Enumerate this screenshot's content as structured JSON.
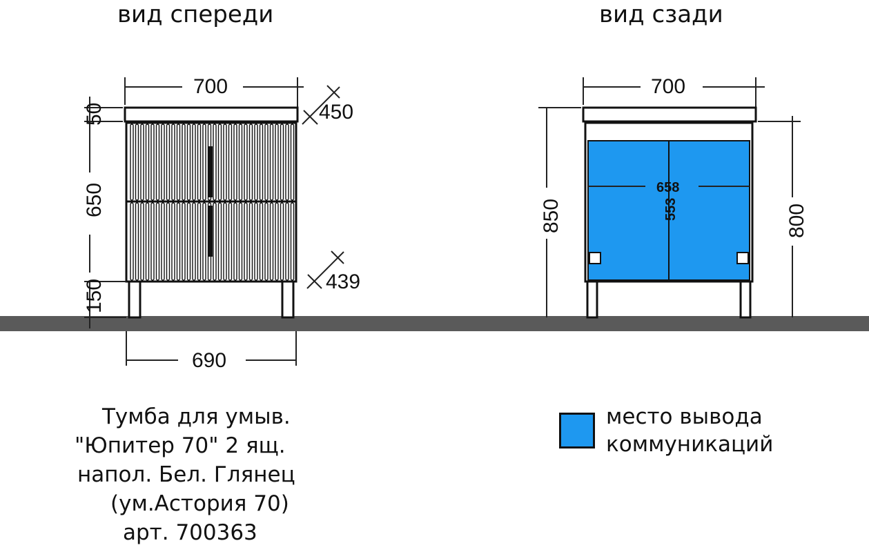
{
  "views": {
    "front_title": "вид спереди",
    "back_title": "вид сзади"
  },
  "front_dimensions": {
    "width_top": "700",
    "depth_top": "450",
    "height_top_panel": "50",
    "height_body": "650",
    "height_legs": "150",
    "depth_bottom": "439",
    "width_bottom": "690"
  },
  "back_dimensions": {
    "width_top": "700",
    "total_height": "850",
    "body_height": "800",
    "opening_width": "658",
    "opening_height": "553"
  },
  "caption": {
    "line1": "Тумба для умыв.",
    "line2": "\"Юпитер 70\" 2 ящ.",
    "line3": "напол. Бел. Глянец",
    "line4": "(ум.Астория 70)",
    "line5": "арт. 700363"
  },
  "legend": {
    "line1": "место вывода",
    "line2": "коммуникаций",
    "color": "#1e98f0"
  },
  "colors": {
    "floor": "#5a5a5a",
    "service_area": "#1e98f0"
  }
}
